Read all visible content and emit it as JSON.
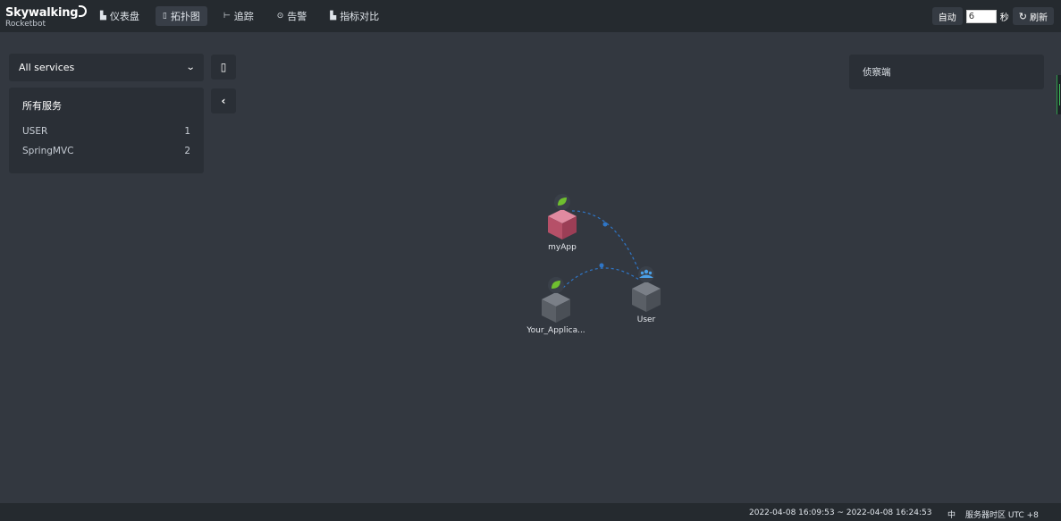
{
  "header": {
    "logo_main": "Skywalking",
    "logo_sub": "Rocketbot",
    "nav": [
      {
        "icon": "▙",
        "label": "仪表盘",
        "active": false
      },
      {
        "icon": "▯",
        "label": "拓扑图",
        "active": true
      },
      {
        "icon": "⊢",
        "label": "追踪",
        "active": false
      },
      {
        "icon": "⊙",
        "label": "告警",
        "active": false
      },
      {
        "icon": "▙",
        "label": "指标对比",
        "active": false
      }
    ],
    "auto_label": "自动",
    "interval_value": "6",
    "seconds_label": "秒",
    "refresh_label": "刷新"
  },
  "left": {
    "service_select_value": "All services",
    "panel_title": "所有服务",
    "services": [
      {
        "name": "USER",
        "count": "1"
      },
      {
        "name": "SpringMVC",
        "count": "2"
      }
    ]
  },
  "right": {
    "panel_title": "侦察端"
  },
  "topology": {
    "nodes": [
      {
        "name": "myApp",
        "type": "SpringMVC",
        "color": "#c25d77",
        "badge": "spring-leaf-icon"
      },
      {
        "name": "Your_Applica...",
        "type": "SpringMVC",
        "color": "#5a5f66",
        "badge": "spring-leaf-icon"
      },
      {
        "name": "User",
        "type": "USER",
        "color": "#5a5f66",
        "badge": "users-icon"
      }
    ],
    "edges": [
      {
        "from": "myApp",
        "to": "User"
      },
      {
        "from": "Your_Applica...",
        "to": "User"
      }
    ],
    "colors": {
      "edge": "#2f76c7",
      "leaf": "#6fbf2f",
      "users": "#4a9fe6"
    }
  },
  "footer": {
    "time_range": "2022-04-08 16:09:53 ~ 2022-04-08 16:24:53",
    "lang": "中",
    "timezone": "服务器时区 UTC +8"
  }
}
